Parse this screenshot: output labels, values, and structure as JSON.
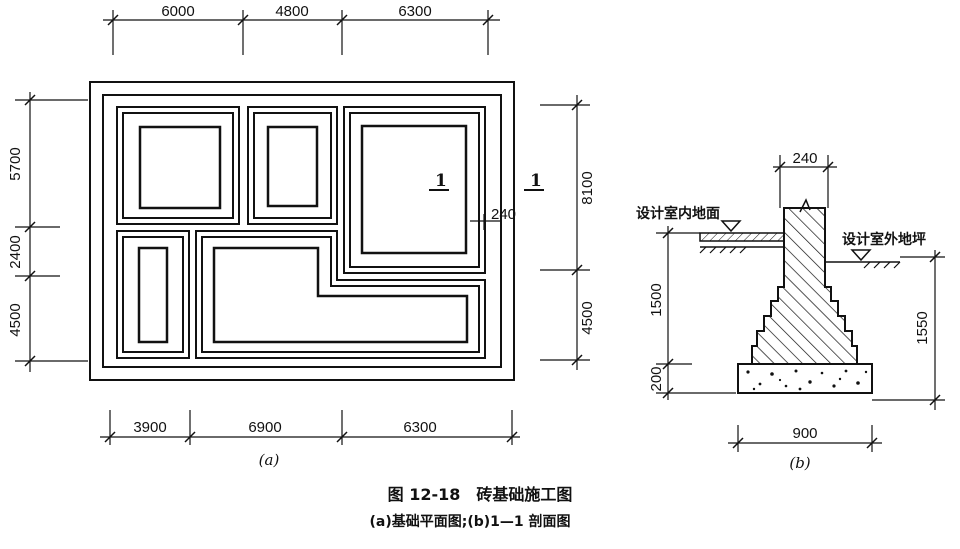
{
  "plan": {
    "top_dims": [
      "6000",
      "4800",
      "6300"
    ],
    "bottom_dims": [
      "3900",
      "6900",
      "6300"
    ],
    "left_dims": [
      "5700",
      "2400",
      "4500"
    ],
    "right_dims": [
      "8100",
      "4500"
    ],
    "wall_thickness": "240",
    "section_marker": "1",
    "caption": "(a)"
  },
  "section": {
    "top_width": "240",
    "indoor_label": "设计室内地面",
    "outdoor_label": "设计室外地坪",
    "left_dims": [
      "1500",
      "200"
    ],
    "right_dim": "1550",
    "bottom_width": "900",
    "caption": "(b)"
  },
  "figure": {
    "title": "图 12-18　砖基础施工图",
    "subtitle": "(a)基础平面图;(b)1—1 剖面图"
  }
}
